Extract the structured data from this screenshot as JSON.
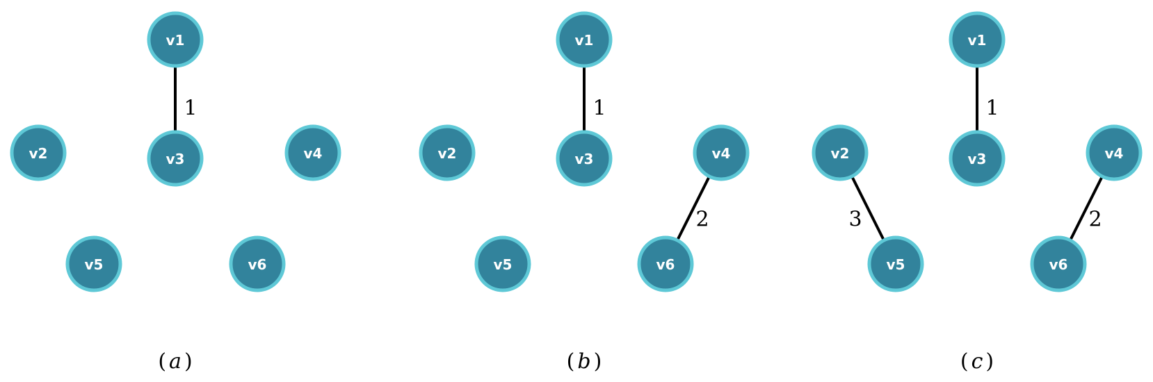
{
  "colors": {
    "node_fill": "#32839c",
    "node_stroke": "#5ec8d6",
    "node_text": "#ffffff",
    "edge": "#000000",
    "background": "#ffffff"
  },
  "panels": [
    {
      "caption": {
        "open": "(",
        "letter": "a",
        "close": ")"
      },
      "nodes": [
        {
          "id": "v1",
          "label": "v1"
        },
        {
          "id": "v2",
          "label": "v2"
        },
        {
          "id": "v3",
          "label": "v3"
        },
        {
          "id": "v4",
          "label": "v4"
        },
        {
          "id": "v5",
          "label": "v5"
        },
        {
          "id": "v6",
          "label": "v6"
        }
      ],
      "edges": [
        {
          "from": "v1",
          "to": "v3",
          "weight": "1"
        }
      ]
    },
    {
      "caption": {
        "open": "(",
        "letter": "b",
        "close": ")"
      },
      "nodes": [
        {
          "id": "v1",
          "label": "v1"
        },
        {
          "id": "v2",
          "label": "v2"
        },
        {
          "id": "v3",
          "label": "v3"
        },
        {
          "id": "v4",
          "label": "v4"
        },
        {
          "id": "v5",
          "label": "v5"
        },
        {
          "id": "v6",
          "label": "v6"
        }
      ],
      "edges": [
        {
          "from": "v1",
          "to": "v3",
          "weight": "1"
        },
        {
          "from": "v4",
          "to": "v6",
          "weight": "2"
        }
      ]
    },
    {
      "caption": {
        "open": "(",
        "letter": "c",
        "close": ")"
      },
      "nodes": [
        {
          "id": "v1",
          "label": "v1"
        },
        {
          "id": "v2",
          "label": "v2"
        },
        {
          "id": "v3",
          "label": "v3"
        },
        {
          "id": "v4",
          "label": "v4"
        },
        {
          "id": "v5",
          "label": "v5"
        },
        {
          "id": "v6",
          "label": "v6"
        }
      ],
      "edges": [
        {
          "from": "v1",
          "to": "v3",
          "weight": "1"
        },
        {
          "from": "v4",
          "to": "v6",
          "weight": "2"
        },
        {
          "from": "v2",
          "to": "v5",
          "weight": "3"
        }
      ]
    }
  ]
}
